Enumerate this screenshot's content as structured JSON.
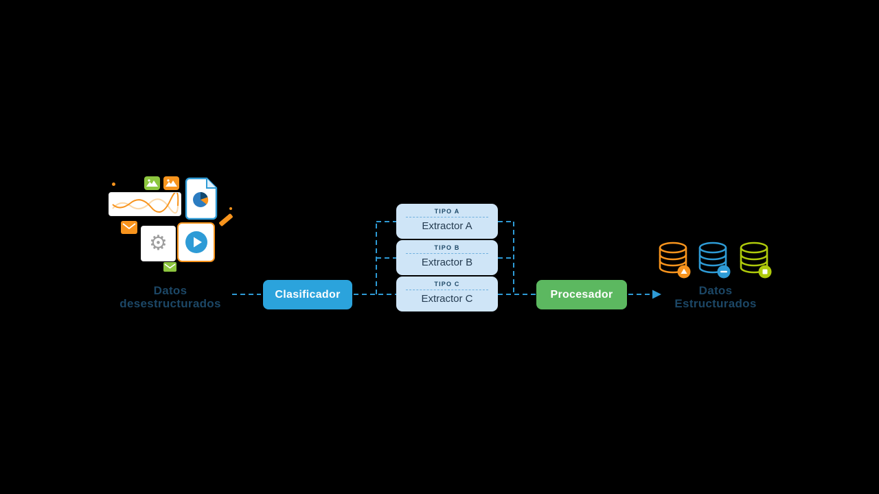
{
  "diagram": {
    "source": {
      "line1": "Datos",
      "line2": "desestructurados"
    },
    "classifier": {
      "label": "Clasificador"
    },
    "extractors": [
      {
        "tipo": "TIPO A",
        "name": "Extractor A"
      },
      {
        "tipo": "TIPO B",
        "name": "Extractor B"
      },
      {
        "tipo": "TIPO C",
        "name": "Extractor C"
      }
    ],
    "processor": {
      "label": "Procesador"
    },
    "output": {
      "line1": "Datos",
      "line2": "Estructurados"
    },
    "colors": {
      "accent_blue": "#2BA3DC",
      "connector_blue": "#2E9BD6",
      "green": "#5CB860",
      "extractor_fill": "#CFE5F7",
      "dark_text": "#1C4766",
      "db_orange": "#F8941D",
      "db_blue": "#2E9BD6",
      "db_green": "#AFCA0B"
    },
    "icons": {
      "gear": "⚙",
      "play": "▶"
    }
  }
}
